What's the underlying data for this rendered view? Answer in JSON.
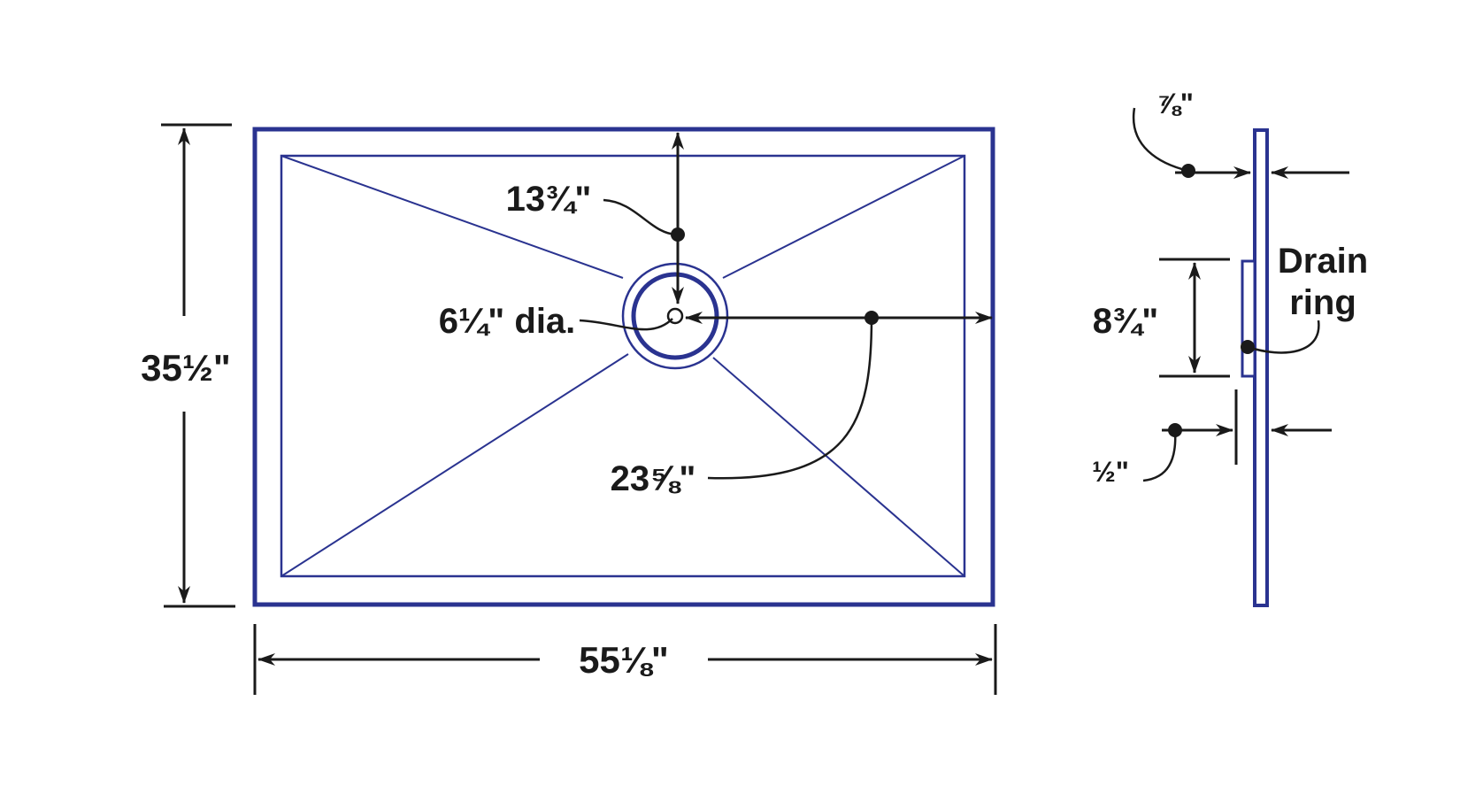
{
  "colors": {
    "outline": "#2a3390",
    "dimension": "#1a1a1a",
    "background": "#ffffff"
  },
  "plan_view": {
    "width_label": "55⅛\"",
    "depth_label": "35½\"",
    "drain_offset_top_label": "13¾\"",
    "drain_offset_side_label": "23⅝\"",
    "drain_diameter_label": "6¼\" dia."
  },
  "side_view": {
    "thickness_top_label": "⅞\"",
    "drain_ring_height_label": "8¾\"",
    "drain_ring_label_line1": "Drain",
    "drain_ring_label_line2": "ring",
    "thickness_bottom_label": "½\""
  }
}
